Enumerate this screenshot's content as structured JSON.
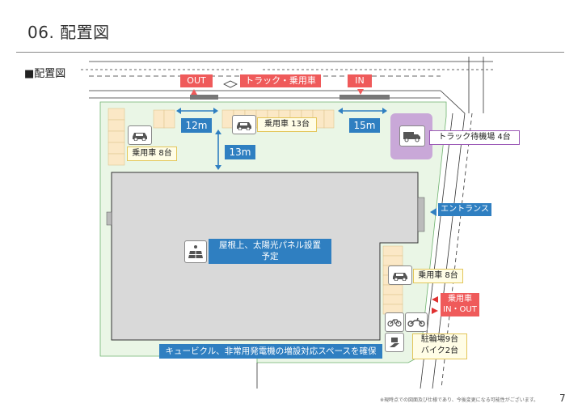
{
  "header": {
    "title": "06.  配置図",
    "section_label": "■配置図"
  },
  "labels": {
    "out": "OUT",
    "truck_car": "トラック・乗用車",
    "in": "IN",
    "dist_12": "12m",
    "dist_13": "13m",
    "dist_15": "15m",
    "car_8_left": "乗用車 8台",
    "car_13": "乗用車 13台",
    "truck_wait": "トラック待機場 4台",
    "entrance": "エントランス",
    "solar_line1": "屋根上、太陽光パネル設置",
    "solar_line2": "予定",
    "car_8_right": "乗用車 8台",
    "car_inout_line1": "乗用車",
    "car_inout_line2": "IN・OUT",
    "bike_line1": "駐輪場9台",
    "bike_line2": "バイク2台",
    "cubicle": "キュービクル、非常用発電機の増設対応スペースを確保"
  },
  "footer": {
    "note": "※現時点での図面及び仕様であり、今後変更になる可能性がございます。",
    "page": "7"
  },
  "colors": {
    "red": "#ef5a5a",
    "blue": "#2f7fc1",
    "building": "#d9d9d9",
    "site": "#eaf6e6",
    "parking": "#fbe8c6",
    "purple": "#c9a8d8"
  },
  "icons": [
    "car-icon",
    "truck-icon",
    "solar-panel-icon",
    "bicycle-icon",
    "motorcycle-icon",
    "cubicle-icon"
  ]
}
